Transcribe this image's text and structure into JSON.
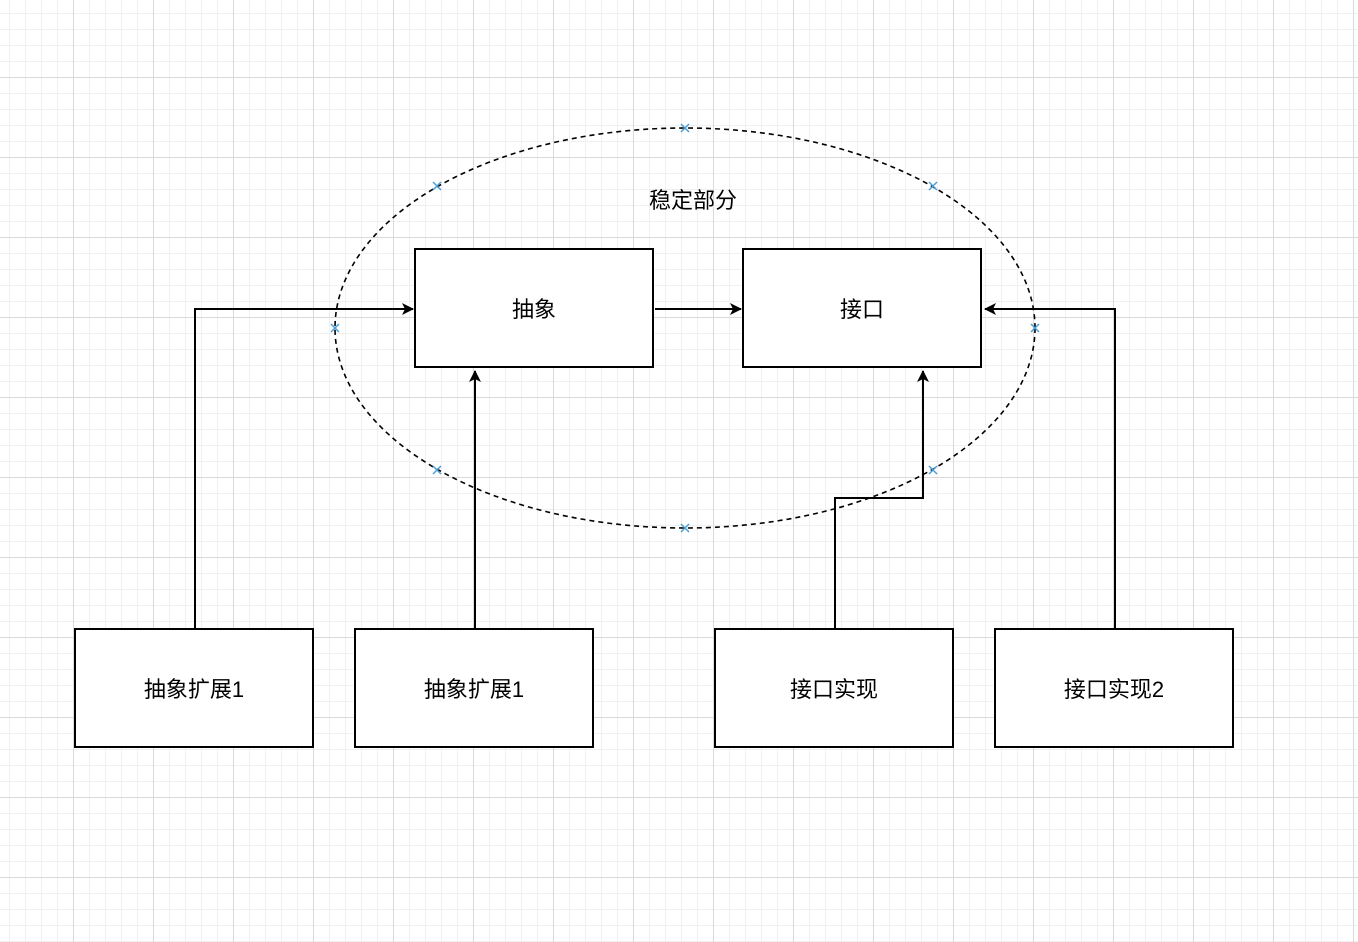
{
  "diagram": {
    "group_label": "稳定部分",
    "nodes": {
      "abstraction": "抽象",
      "interface": "接口",
      "abstraction_ext_a": "抽象扩展1",
      "abstraction_ext_b": "抽象扩展1",
      "interface_impl_a": "接口实现",
      "interface_impl_b": "接口实现2"
    },
    "colors": {
      "stroke": "#000000",
      "grid": "#d9d9d9",
      "selection_handle": "#4a9fd8"
    }
  }
}
